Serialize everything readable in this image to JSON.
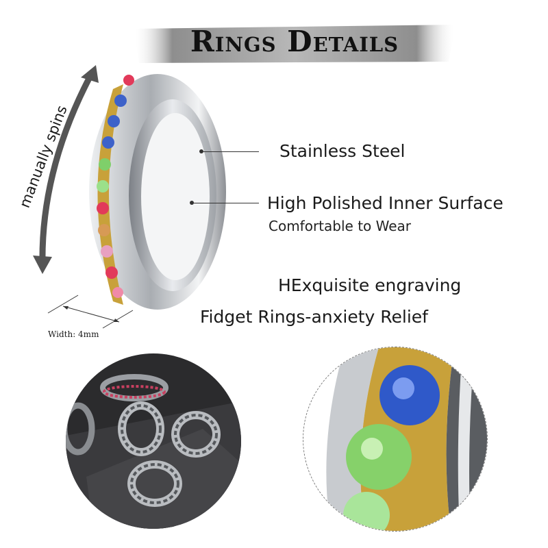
{
  "title": "Rings Details",
  "labels": {
    "steel": "Stainless Steel",
    "polish": "High Polished Inner Surface",
    "comfort": "Comfortable to Wear",
    "engraving": "HExquisite engraving",
    "fidget": "Fidget Rings-anxiety Relief",
    "width": "Width: 4mm",
    "spins": "manually spins"
  },
  "colors": {
    "title_band": "#9a9a9a",
    "steel": "#c9ccd0",
    "gold": "#c8a13a",
    "photo_bg": "#2b2b2d"
  },
  "gems": [
    "#e23a5a",
    "#3d62c9",
    "#3d62c9",
    "#7fcf6a",
    "#9be08a",
    "#e23a5a",
    "#d79a55",
    "#e8a0c0",
    "#e23a5a",
    "#f08aa8"
  ]
}
